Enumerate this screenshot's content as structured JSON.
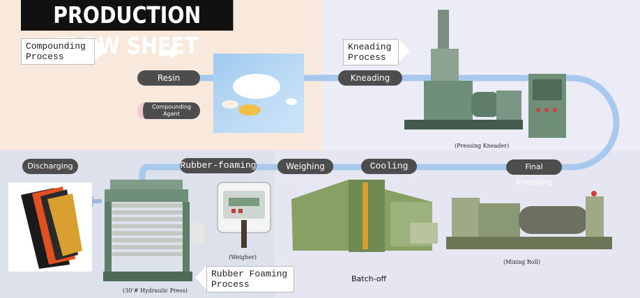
{
  "title": "PRODUCTION FLOW SHEET",
  "callouts": {
    "compounding": [
      "Compounding",
      "Process"
    ],
    "kneading": [
      "Kneading",
      "Process"
    ],
    "rubber_foaming": [
      "Rubber Foaming",
      "Process"
    ]
  },
  "steps": {
    "resin": "Resin",
    "compounding_agent": [
      "Compounding",
      "Agent"
    ],
    "kneading": "Kneading",
    "final_kneading": "Final Kneading",
    "cooling": "Cooling",
    "weighing": "Weighing",
    "rubber_foaming": "Rubber-foaming",
    "discharging": "Discharging"
  },
  "captions": {
    "pressing_kneader": "(Pressing Kneader)",
    "mixing_roll": "(Mixing Roll)",
    "batch_off": "Batch-off",
    "weigher": "(Weigher)",
    "hydraulic_press": "(30’# Hydraulic Press)"
  },
  "colors": {
    "flow_line": "#a9c8ee",
    "pill_fill": "#4d4d4d",
    "pink_pill": "#f4c6cf",
    "title_bg": "#111111",
    "machine_green": "#6f8f78"
  },
  "icons": [
    "arrow-right-icon",
    "arrow-left-icon"
  ]
}
